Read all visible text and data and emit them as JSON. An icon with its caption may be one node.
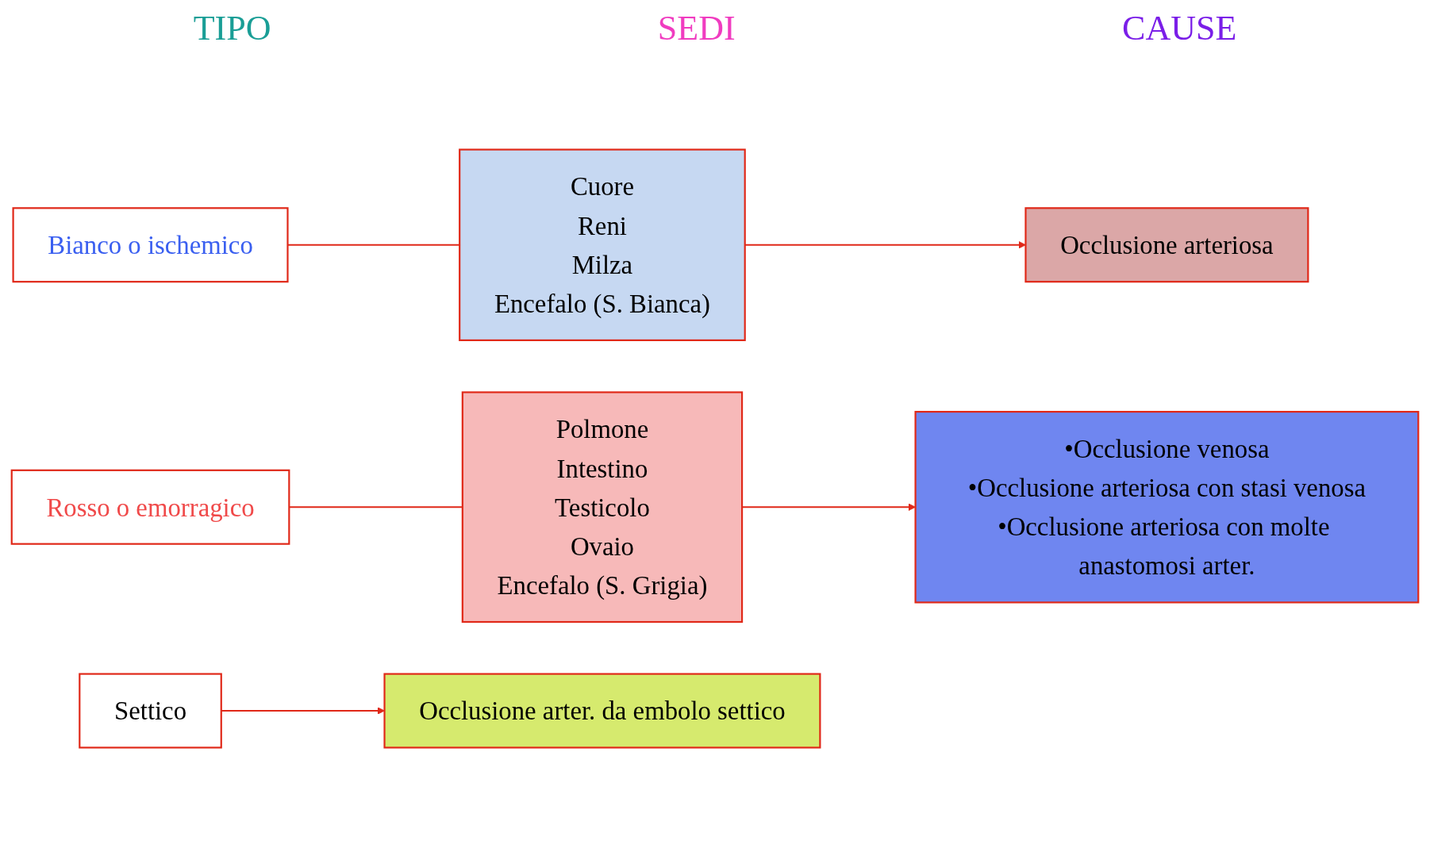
{
  "diagram": {
    "nodes": [
      {
        "text": [
          "Bianco o ischemico"
        ]
      },
      {
        "text": [
          "Cuore",
          "Reni",
          "Milza",
          "Encefalo (S. Bianca)"
        ]
      },
      {
        "text": [
          "Occlusione arteriosa"
        ]
      },
      {
        "text": [
          "Rosso o emorragico"
        ]
      },
      {
        "text": [
          "Polmone",
          "Intestino",
          "Testicolo",
          "Ovaio",
          "Encefalo (S. Grigia)"
        ]
      },
      {
        "text": [
          "•Occlusione venosa",
          "•Occlusione arteriosa con stasi venosa",
          "•Occlusione arteriosa con molte anastomosi arter."
        ]
      },
      {
        "text": [
          "Settico"
        ]
      },
      {
        "text": [
          "Occlusione arter. da embolo settico"
        ]
      }
    ],
    "edges": [
      {
        "from": 0,
        "to": 1,
        "arrow": "none"
      },
      {
        "from": 1,
        "to": 2,
        "arrow": "to"
      },
      {
        "from": 3,
        "to": 4,
        "arrow": "none"
      },
      {
        "from": 4,
        "to": 5,
        "arrow": "to"
      },
      {
        "from": 6,
        "to": 7,
        "arrow": "to"
      }
    ],
    "labels": [
      "TIPO",
      "SEDI",
      "CAUSE"
    ]
  }
}
